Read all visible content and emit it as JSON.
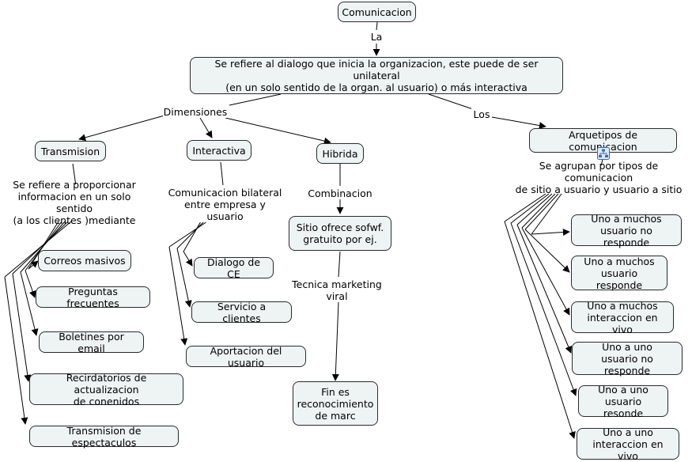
{
  "nodes": {
    "comunicacion": "Comunicacion",
    "definicion": "Se refiere al dialogo que inicia la organizacion, este puede de ser unilateral\n(en un solo sentido de la organ. al usuario) o más interactiva",
    "transmision": "Transmision",
    "interactiva": "Interactiva",
    "hibrida": "Hibrida",
    "arquetipos": "Arquetipos de comunicacion",
    "correos": "Correos masivos",
    "preguntas": "Preguntas frecuentes",
    "boletines": "Boletines por email",
    "recordatorios": "Recirdatorios de actualizacion\nde conenidos",
    "espectaculos": "Transmision de espectaculos",
    "dialogo": "Dialogo de CE",
    "servicio": "Servicio a clientes",
    "aportacion": "Aportacion del usuario",
    "sitio": "Sitio ofrece sofwf.\ngratuito por ej.",
    "fin": "Fin es\nreconocimiento\nde marc",
    "uno_muchos_no": "Uno a muchos\nusuario no responde",
    "uno_muchos_resp": "Uno a muchos\nusuario responde",
    "uno_muchos_vivo": "Uno a muchos\ninteraccion en vivo",
    "uno_uno_no": "Uno a uno\nusuario no responde",
    "uno_uno_resp": "Uno a uno\nusuario resonde",
    "uno_uno_vivo": "Uno a uno\ninteraccion en vivo"
  },
  "links": {
    "la": "La",
    "dimensiones": "Dimensiones",
    "los": "Los",
    "transmision_desc": "Se refiere a proporcionar\ninformacion en un solo sentido\n(a los clientes )mediante",
    "interactiva_desc": "Comunicacion bilateral\nentre empresa y\nusuario",
    "combinacion": "Combinacion",
    "tecnica": "Tecnica marketing\nviral",
    "agrupan": "Se agrupan por tipos de comunicacion\nde sitio a usuario y usuario a sitio"
  },
  "icons": {
    "arquetipos_attachment": "concept-map-icon"
  },
  "colors": {
    "node_fill": "#eef3f4",
    "border": "#2b2b2b",
    "line": "#000000"
  }
}
